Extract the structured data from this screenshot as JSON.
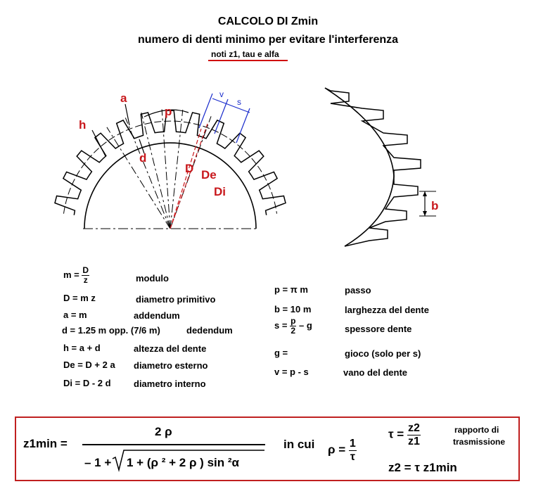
{
  "header": {
    "title": "CALCOLO DI Zmin",
    "subtitle": "numero di denti minimo per evitare l'interferenza",
    "given": "noti z1, tau e alfa"
  },
  "diagram_labels": {
    "a": "a",
    "h": "h",
    "d": "d",
    "p": "p",
    "D": "D",
    "De": "De",
    "Di": "Di",
    "v": "v",
    "s": "s",
    "b": "b"
  },
  "definitions_left": [
    {
      "lhs_prefix": "m =",
      "frac_num": "D",
      "frac_den": "z",
      "desc": "modulo"
    },
    {
      "formula": "D = m  z",
      "desc": "diametro primitivo"
    },
    {
      "formula": "a = m",
      "desc": "addendum"
    },
    {
      "formula": "d = 1.25  m opp. (7/6 m)",
      "desc": "dedendum"
    },
    {
      "formula": "h =   a + d",
      "desc": "altezza del dente"
    },
    {
      "formula": "De = D + 2 a",
      "desc": "diametro  esterno"
    },
    {
      "formula": "Di = D - 2 d",
      "desc": "diametro  interno"
    }
  ],
  "definitions_right": [
    {
      "formula": "p =  π  m",
      "desc": "passo"
    },
    {
      "formula": "b = 10  m",
      "desc": "larghezza del dente"
    },
    {
      "lhs_prefix": "s =",
      "frac_num": "p",
      "frac_den": "2",
      "suffix": "– g",
      "desc": "spessore dente"
    },
    {
      "formula": "g =",
      "desc": "gioco (solo per s)"
    },
    {
      "formula": "v = p - s",
      "desc": "vano del dente"
    }
  ],
  "formula": {
    "lhs": "z1min =",
    "numerator": "2 ρ",
    "den_prefix": "– 1 +",
    "radicand": "1 + (ρ ² + 2 ρ ) sin ²α",
    "in_cui": "in cui",
    "rho_lhs": "ρ =",
    "rho_num": "1",
    "rho_den": "τ",
    "tau_lhs": "τ =",
    "tau_num": "z2",
    "tau_den": "z1",
    "ratio_note_1": "rapporto di",
    "ratio_note_2": "trasmissione",
    "z2_eq": "z2 =  τ  z1min"
  },
  "colors": {
    "accent": "#c8181c",
    "frame": "#c02020",
    "blue": "#1a2ccc"
  }
}
